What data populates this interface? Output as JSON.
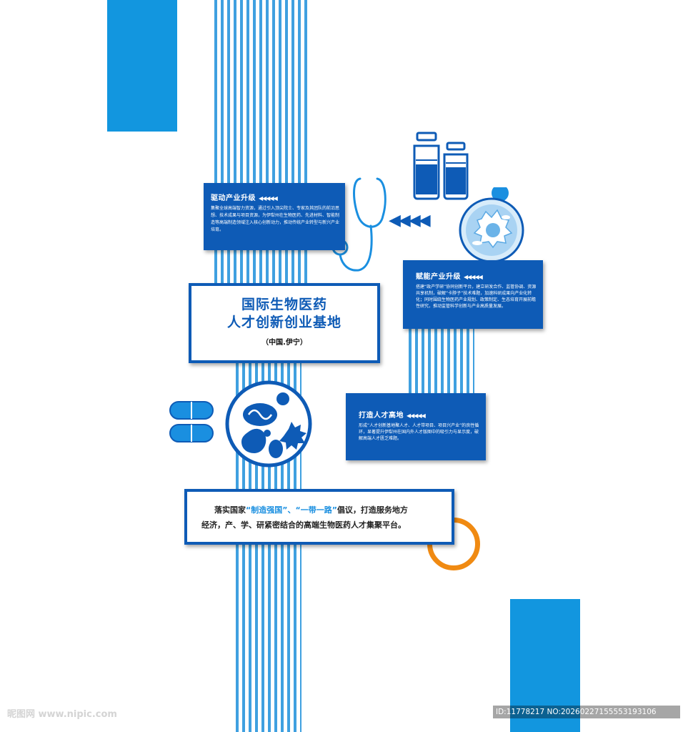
{
  "cards": {
    "drive": {
      "title": "驱动产业升级",
      "arrows": "◀◀◀◀◀",
      "text": "集聚全球高端智力资源，通过引入顶尖院士、专家及其团队的前沿思想、技术成果与项目资源，为伊犁州在生物医药、先进材料、智能制造等高端制造领域注入核心创新动力，推动传统产业转型与新兴产业培育。"
    },
    "empower": {
      "title": "赋能产业升级",
      "arrows": "◀◀◀◀◀",
      "text": "搭建“政产学研”协同创新平台，建立研发合作、监管协调、资源共享机制，破解“卡脖子”技术难题，加速科研成果向产业化转化；同时围绕生物医药产业规划、政策制定、生态培育开展前瞻性研究，推动监管科学创新与产业高质量发展。"
    },
    "talent": {
      "title": "打造人才高地",
      "arrows": "◀◀◀◀◀",
      "text": "形成“人才创新基地聚人才、人才带项目、项目兴产业”的良性循环，显著提升伊犁州在国内外人才版图中的吸引力与显示度，破解高端人才匮乏难题。"
    }
  },
  "main_title": {
    "line1": "国际生物医药",
    "line2": "人才创新创业基地",
    "sub": "（中国.伊宁）"
  },
  "slogan": {
    "part1": "落实国家",
    "hl1": "“制造强国”",
    "sep": "、",
    "hl2": "“一带一路”",
    "part2": "倡议，打造服务地方",
    "line2": "经济，产、学、研紧密结合的高端生物医药人才集聚平台。"
  },
  "pointer_arrows": "◀◀◀◀",
  "watermark": {
    "left": "昵图网 www.nipic.com",
    "right": "ID:11778217 NO:20260227155553193106"
  },
  "colors": {
    "primary": "#0e5bb6",
    "light_blue": "#1296df",
    "stripe": "#3fa0e0",
    "orange": "#f08a12"
  }
}
